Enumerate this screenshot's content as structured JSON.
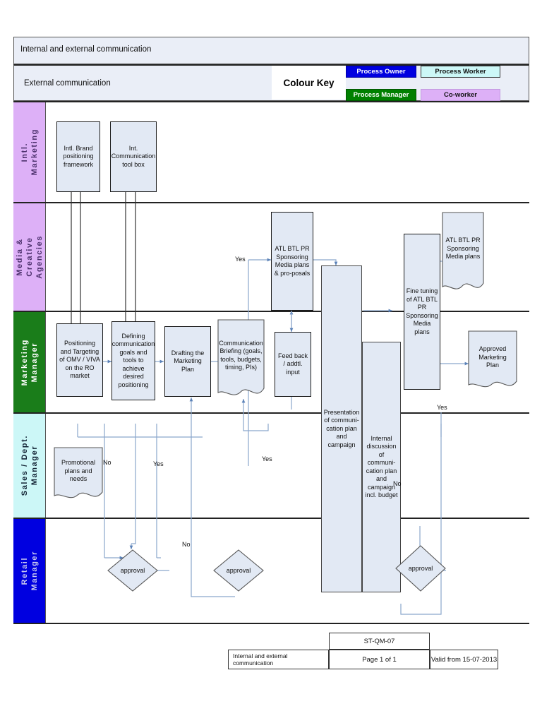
{
  "header": {
    "title": "Internal and external communication",
    "subtitle": "External communication",
    "colour_key_label": "Colour Key",
    "keys": [
      {
        "label": "Process Owner",
        "color": "#0000e0"
      },
      {
        "label": "Process Worker",
        "color": "#ccf7f7"
      },
      {
        "label": "Process Manager",
        "color": "#008000"
      },
      {
        "label": "Co-worker",
        "color": "#ddb0f7"
      }
    ]
  },
  "lanes": [
    {
      "label": "Intl.\nMarketing",
      "color": "#ddb0f7"
    },
    {
      "label": "Media &\nCreative\nAgencies",
      "color": "#ddb0f7"
    },
    {
      "label": "Marketing\nManager",
      "color": "#1a7d1a"
    },
    {
      "label": "Sales / Dept.\nManager",
      "color": "#ccf7f7"
    },
    {
      "label": "Retail\nManager",
      "color": "#0000e0"
    }
  ],
  "nodes": {
    "intl_brand": "Intl. Brand positioning framework",
    "intl_comm_toolbox": "Int. Communication tool box",
    "atl_proposals": "ATL BTL PR Sponsoring Media plans & pro-posals",
    "atl_media_plans": "ATL BTL PR Sponsoring Media plans",
    "positioning": "Positioning and Targeting of OMV / VIVA on the RO market",
    "defining_goals": "Defining communication goals and tools to achieve desired positioning",
    "drafting_plan": "Drafting the Marketing Plan",
    "comm_briefing": "Communication Briefing (goals, tools, budgets, timing, PIs)",
    "feedback": "Feed back / addtl. input",
    "presentation": "Presentation of communi-cation plan and campaign",
    "internal_discussion": "Internal discussion of communi-cation plan and campaign incl. budget",
    "fine_tuning": "Fine tuning of ATL BTL PR Sponsoring Media plans",
    "approved_plan": "Approved Marketing Plan",
    "promotional": "Promotional plans and needs",
    "approval1": "approval",
    "approval2": "approval",
    "approval3": "approval"
  },
  "edge_labels": {
    "yes_media": "Yes",
    "no_left": "No",
    "yes_left": "Yes",
    "yes_mid": "Yes",
    "no_mid": "No",
    "yes_right": "Yes",
    "no_right": "No"
  },
  "footer": {
    "doc_id": "ST-QM-07",
    "title": "Internal and external communication",
    "page": "Page 1 of 1",
    "valid": "Valid from 15-07-2013"
  },
  "colors": {
    "node_fill": "#e2e9f4",
    "connector": "#8aa6cc",
    "frame": "#222222"
  }
}
